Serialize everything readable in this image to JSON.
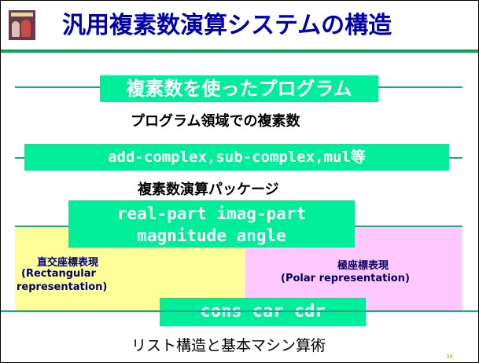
{
  "slide": {
    "title": "汎用複素数演算システムの構造",
    "page_number": "36"
  },
  "layers": {
    "top_box": "複素数を使ったプログラム",
    "top_label": "プログラム領域での複素数",
    "ops_box": "add-complex,sub-complex,mul等",
    "package_label": "複素数演算パッケージ",
    "selector_line1": "real-part imag-part",
    "selector_line2": "magnitude angle",
    "rect_title": "直交座標表現",
    "rect_sub1": "(Rectangular",
    "rect_sub2": "representation)",
    "polar_title": "極座標表現",
    "polar_sub": "(Polar representation)",
    "list_box": "cons car cdr",
    "bottom_label": "リスト構造と基本マシン算術"
  },
  "colors": {
    "title": "#0000aa",
    "box_fill": "#00ee99",
    "box_text": "#ffffff",
    "rect_region": "#ffff99",
    "polar_region": "#ffc8ff",
    "lines": "#1aa888"
  }
}
